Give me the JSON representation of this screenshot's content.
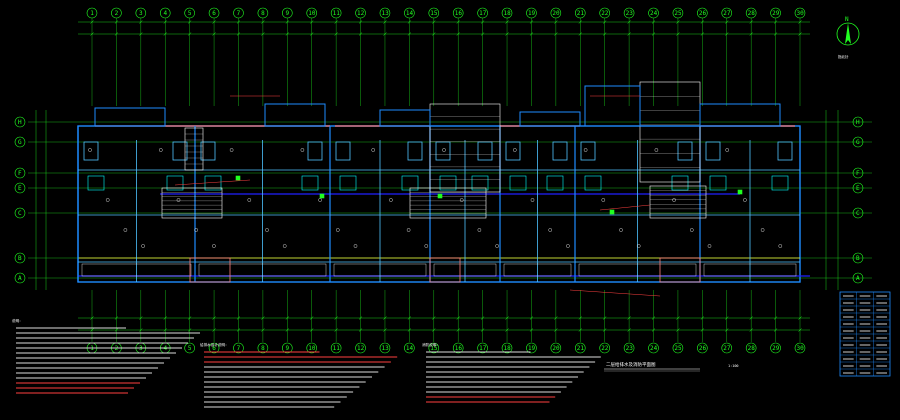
{
  "colors": {
    "background": "#000000",
    "grid": "#20ff20",
    "wall": "#1e8cff",
    "wall_light": "#4fc3ff",
    "pipe": "#2020ff",
    "fixture": "#ffffff",
    "accent_red": "#ff4040",
    "accent_pink": "#ff8080",
    "accent_yellow": "#ffff40",
    "accent_cyan": "#00ffff",
    "dimension": "#ffffff"
  },
  "top_axes": [
    "1",
    "2",
    "3",
    "4",
    "5",
    "6",
    "7",
    "8",
    "9",
    "10",
    "11",
    "12",
    "13",
    "14",
    "15",
    "16",
    "17",
    "18",
    "19",
    "20",
    "21",
    "22",
    "23",
    "24",
    "25",
    "26",
    "27",
    "28",
    "29",
    "30"
  ],
  "bottom_axes": [
    "1",
    "2",
    "3",
    "4",
    "5",
    "6",
    "7",
    "8",
    "9",
    "10",
    "11",
    "12",
    "13",
    "14",
    "15",
    "16",
    "17",
    "18",
    "19",
    "20",
    "21",
    "22",
    "23",
    "24",
    "25",
    "26",
    "27",
    "28",
    "29",
    "30"
  ],
  "row_axes": [
    "H",
    "G",
    "F",
    "E",
    "C",
    "B",
    "A"
  ],
  "compass": {
    "label": "N",
    "caption": "指北针"
  },
  "drawing_title": "二层给排水及消防平面图",
  "drawing_scale": "1:100",
  "notes_columns": [
    {
      "heading": "说明：",
      "lines": 14
    },
    {
      "heading": "给排水设计说明：",
      "lines": 12
    },
    {
      "heading": "消防说明：",
      "lines": 11
    }
  ],
  "legend_table": {
    "rows": 12,
    "cols": 3
  }
}
